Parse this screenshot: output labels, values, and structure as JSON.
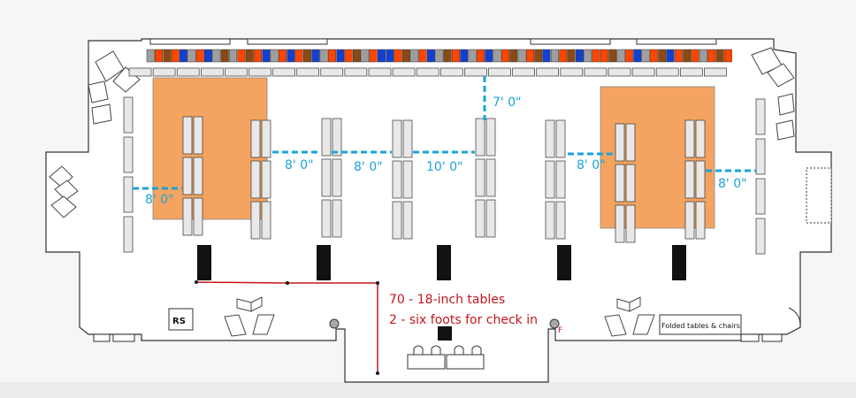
{
  "colors": {
    "background": "#f6f6f6",
    "wall": "#333333",
    "booth_area": "#f4a460",
    "measure_line": "#1aa3d9",
    "path_line": "#c4161c",
    "chair_colors": [
      "#9e9e9e",
      "#ff4500",
      "#8b4a14",
      "#1240d0"
    ]
  },
  "measurements": {
    "m1": "8' 0\"",
    "m2": "8' 0\"",
    "m3": "8' 0\"",
    "m4": "10' 0\"",
    "m5": "7' 0\"",
    "m6": "8' 0\"",
    "m7": "8' 0\""
  },
  "notes": {
    "tables": "70 - 18-inch tables",
    "checkin": "2 - six foots for check in",
    "f_marker": "F"
  },
  "labels": {
    "rs": "RS",
    "folded": "Folded tables & chairs"
  }
}
